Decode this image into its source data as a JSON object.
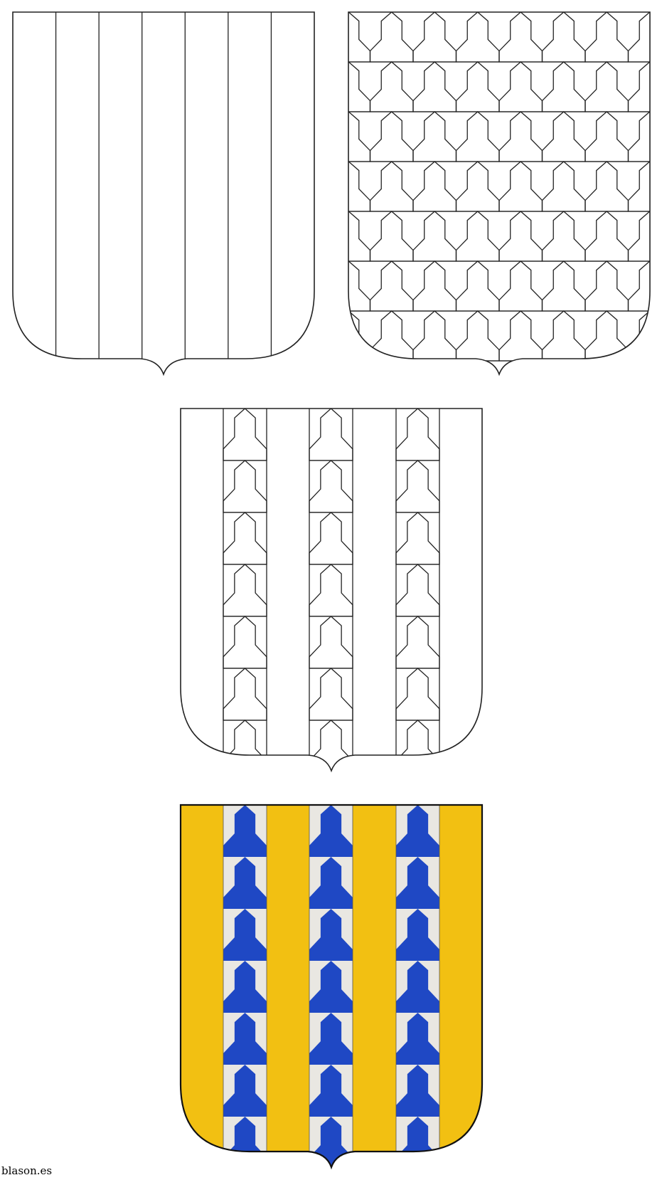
{
  "figure": {
    "panels": [
      {
        "id": "paly-outline",
        "tincture_field": "none",
        "tincture_charge": "none"
      },
      {
        "id": "vair-en-pal-outline",
        "tincture_field": "none",
        "tincture_charge": "none"
      },
      {
        "id": "three-pallets-vair-outline",
        "tincture_field": "none",
        "tincture_charge": "none"
      },
      {
        "id": "three-pallets-vair-colored",
        "tincture_field": "#f2c012",
        "tincture_blue": "#1f48c4",
        "tincture_white": "#e9e7e2"
      }
    ],
    "watermark": "blason.es"
  },
  "colors": {
    "or": "#f2c012",
    "azure": "#1f48c4",
    "argent": "#e9e7e2",
    "outline": "#222222"
  }
}
